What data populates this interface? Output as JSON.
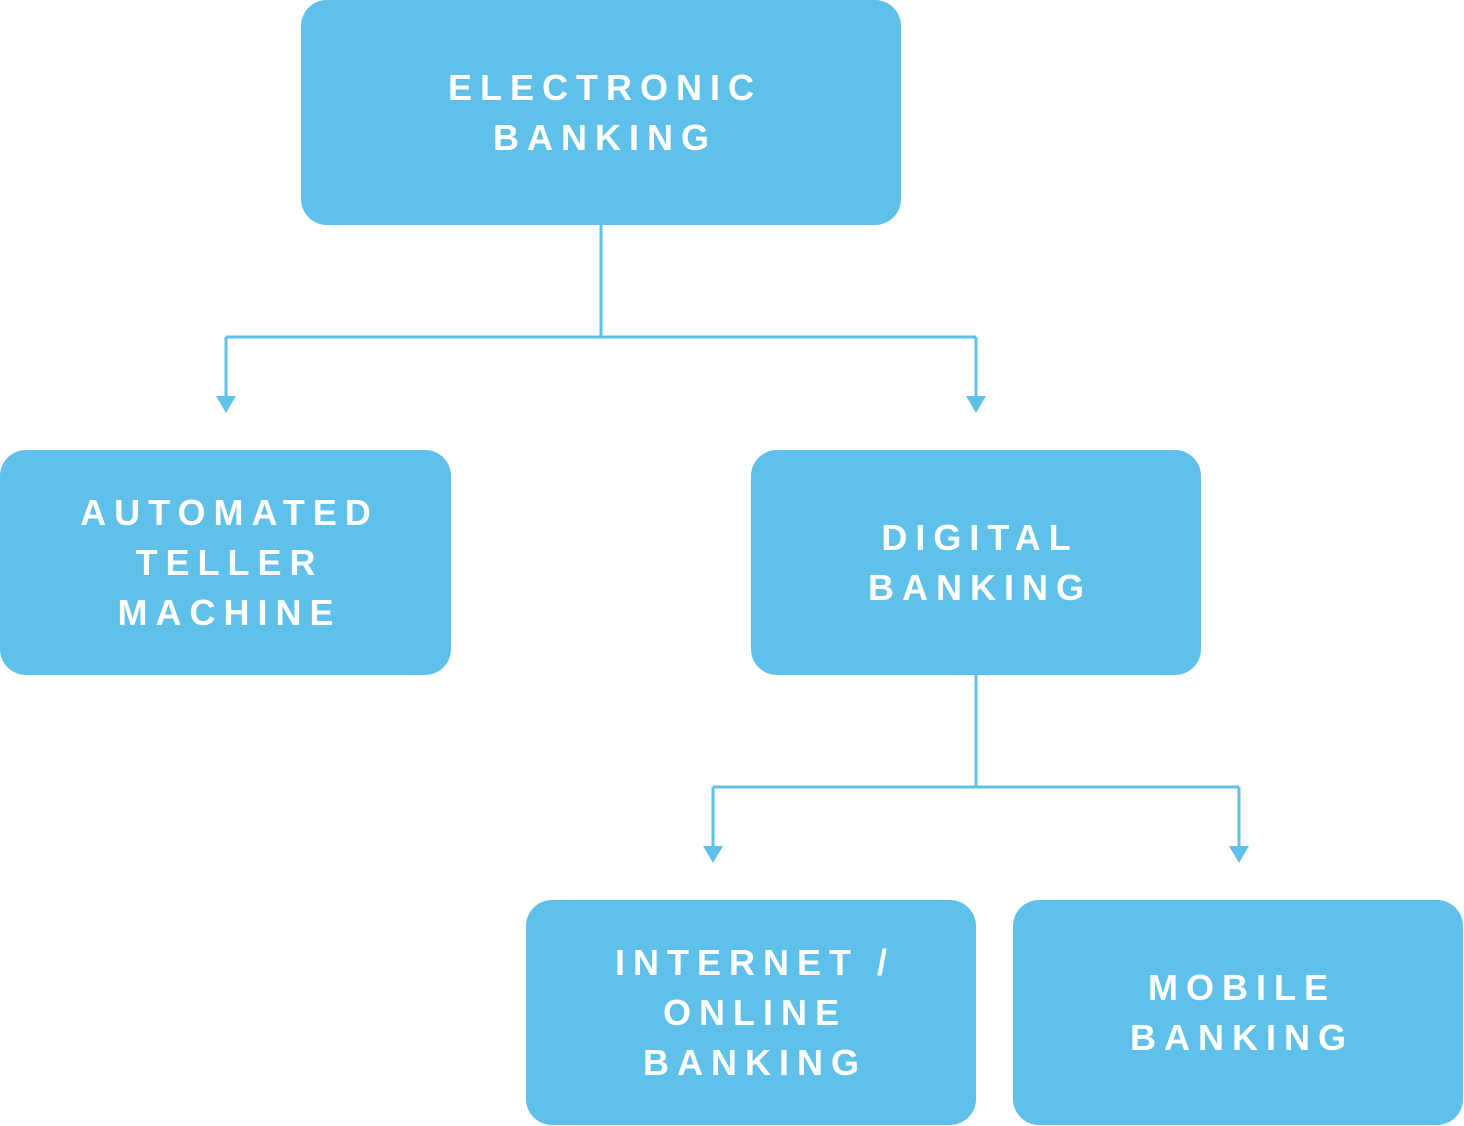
{
  "colors": {
    "node_fill": "#5fc0ea",
    "node_text": "#ffffff",
    "connector": "#5fc0ea",
    "background": "#ffffff"
  },
  "nodes": {
    "electronic_banking": {
      "lines": [
        "ELECTRONIC",
        "BANKING"
      ]
    },
    "automated_teller_machine": {
      "lines": [
        "AUTOMATED",
        "TELLER",
        "MACHINE"
      ]
    },
    "digital_banking": {
      "lines": [
        "DIGITAL",
        "BANKING"
      ]
    },
    "internet_online_banking": {
      "lines": [
        "INTERNET /",
        "ONLINE",
        "BANKING"
      ]
    },
    "mobile_banking": {
      "lines": [
        "MOBILE",
        "BANKING"
      ]
    }
  },
  "edges": [
    {
      "from": "electronic_banking",
      "to": "automated_teller_machine"
    },
    {
      "from": "electronic_banking",
      "to": "digital_banking"
    },
    {
      "from": "digital_banking",
      "to": "internet_online_banking"
    },
    {
      "from": "digital_banking",
      "to": "mobile_banking"
    }
  ]
}
